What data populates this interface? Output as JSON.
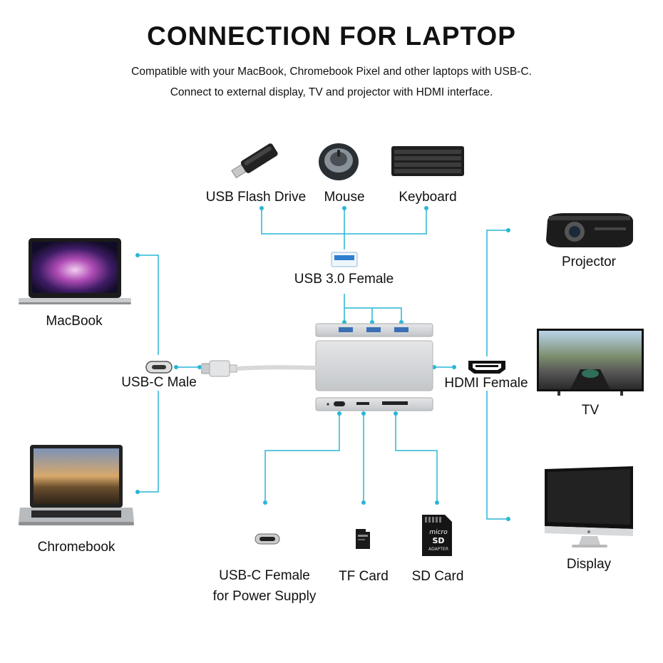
{
  "header": {
    "title": "CONNECTION FOR LAPTOP",
    "subtitle_line1": "Compatible with your MacBook, Chromebook Pixel and other laptops with USB-C.",
    "subtitle_line2": "Connect to external display, TV and projector with HDMI interface."
  },
  "devices": {
    "usb_flash_drive": "USB Flash Drive",
    "mouse": "Mouse",
    "keyboard": "Keyboard",
    "projector": "Projector",
    "macbook": "MacBook",
    "tv": "TV",
    "chromebook": "Chromebook",
    "display": "Display"
  },
  "ports": {
    "usb3_female": "USB 3.0 Female",
    "usbc_male": "USB-C Male",
    "hdmi_female": "HDMI Female",
    "usbc_female_line1": "USB-C Female",
    "usbc_female_line2": "for Power Supply",
    "tf_card": "TF Card",
    "sd_card": "SD Card"
  },
  "card_labels": {
    "micro": "micro",
    "sd": "SD",
    "adapter": "ADAPTER"
  },
  "colors": {
    "connector": "#29b6d6",
    "hub_silver": "#d4d6d8"
  }
}
